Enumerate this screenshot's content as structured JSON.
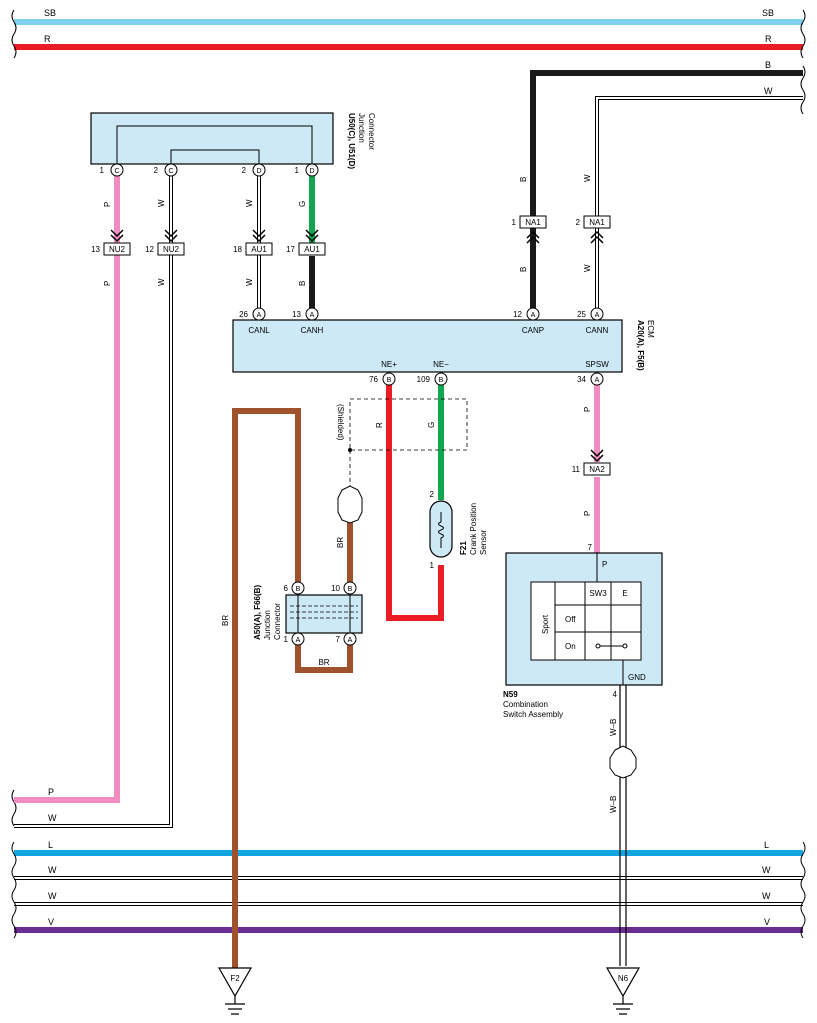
{
  "colors": {
    "SB": "#7fd0ef",
    "R": "#ec1c24",
    "B": "#1a1a1a",
    "W": "#ffffff",
    "P": "#f08cc0",
    "G": "#12a651",
    "BR": "#a0522d",
    "L": "#12a6e0",
    "V": "#6a2d91",
    "box": "#cde9f6"
  },
  "buses": {
    "sb": "SB",
    "r": "R",
    "b": "B",
    "w_top": "W",
    "p": "P",
    "w_left": "W",
    "l": "L",
    "w1": "W",
    "w2": "W",
    "v": "V"
  },
  "junction_connector": {
    "code": "U50(C), U51(D)",
    "name_line1": "Junction",
    "name_line2": "Connector",
    "pins": [
      {
        "num": "1",
        "conn": "C"
      },
      {
        "num": "2",
        "conn": "C"
      },
      {
        "num": "2",
        "conn": "D"
      },
      {
        "num": "1",
        "conn": "D"
      }
    ]
  },
  "ecm": {
    "code": "A20(A), F5(B)",
    "name": "ECM",
    "top_pins": [
      {
        "num": "26",
        "conn": "A",
        "label": "CANL"
      },
      {
        "num": "13",
        "conn": "A",
        "label": "CANH"
      },
      {
        "num": "12",
        "conn": "A",
        "label": "CANP"
      },
      {
        "num": "25",
        "conn": "A",
        "label": "CANN"
      }
    ],
    "bottom_pins": [
      {
        "num": "76",
        "conn": "B",
        "label": "NE+"
      },
      {
        "num": "109",
        "conn": "B",
        "label": "NE−"
      },
      {
        "num": "34",
        "conn": "A",
        "label": "SPSW"
      }
    ]
  },
  "inline_connectors": {
    "nu2_p": {
      "pin": "13",
      "name": "NU2"
    },
    "nu2_w": {
      "pin": "12",
      "name": "NU2"
    },
    "au1_w": {
      "pin": "18",
      "name": "AU1"
    },
    "au1_g": {
      "pin": "17",
      "name": "AU1"
    },
    "na1_b": {
      "pin": "1",
      "name": "NA1"
    },
    "na1_w": {
      "pin": "2",
      "name": "NA1"
    },
    "na2": {
      "pin": "11",
      "name": "NA2"
    }
  },
  "wire_labels": {
    "p_upper": "P",
    "p_lower": "P",
    "w_upper": "W",
    "w_lower": "W",
    "w_au1_upper": "W",
    "w_au1_lower": "W",
    "g_au1": "G",
    "b_au1": "B",
    "b_na1_upper": "B",
    "b_na1_lower": "B",
    "w_na1_upper": "W",
    "w_na1_lower": "W",
    "r_ne": "R",
    "g_ne": "G",
    "p_na2_upper": "P",
    "p_na2_lower": "P",
    "br_left": "BR",
    "br_shield": "BR",
    "br_bottom": "BR",
    "wb_upper": "W–B",
    "wb_lower": "W–B"
  },
  "shielded": "(Shielded)",
  "crank_sensor": {
    "code": "F21",
    "name_line1": "Crank Position",
    "name_line2": "Sensor",
    "pin_top": "2",
    "pin_bottom": "1"
  },
  "jc2": {
    "code": "A50(A), F66(B)",
    "name_line1": "Junction",
    "name_line2": "Connector",
    "pins": [
      {
        "num": "6",
        "conn": "B"
      },
      {
        "num": "10",
        "conn": "B"
      },
      {
        "num": "1",
        "conn": "A"
      },
      {
        "num": "7",
        "conn": "A"
      }
    ]
  },
  "combo_switch": {
    "code": "N59",
    "name_line1": "Combination",
    "name_line2": "Switch Assembly",
    "pin_p": "7",
    "label_p": "P",
    "pin_gnd": "4",
    "label_gnd": "GND",
    "table_col1": "SW3",
    "table_col2": "E",
    "row_header": "Sport",
    "row1": "Off",
    "row2": "On"
  },
  "grounds": {
    "left": "F2",
    "right": "N6"
  }
}
